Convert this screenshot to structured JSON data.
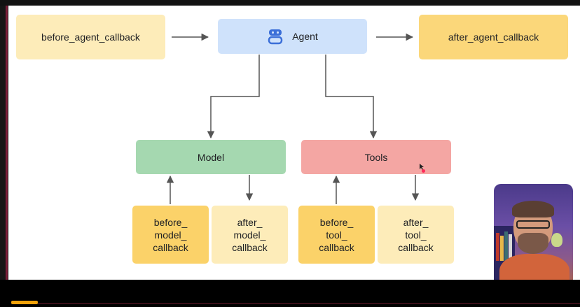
{
  "diagram": {
    "boxes": {
      "before_agent_callback": "before_agent_callback",
      "agent": "Agent",
      "after_agent_callback": "after_agent_callback",
      "model": "Model",
      "tools": "Tools",
      "before_model_callback": "before_\nmodel_\ncallback",
      "after_model_callback": "after_\nmodel_\ncallback",
      "before_tool_callback": "before_\ntool_\ncallback",
      "after_tool_callback": "after_\ntool_\ncallback"
    },
    "colors": {
      "light_yellow": "#fdecb9",
      "yellow": "#fbd77a",
      "blue": "#cfe2fb",
      "green": "#a5d8b0",
      "red": "#f4a6a3",
      "arrow": "#555555",
      "robot_icon": "#3b6fd8"
    },
    "icons": {
      "agent": "robot-icon"
    }
  },
  "presentation": {
    "progress_color": "#f0a20a"
  },
  "webcam": {
    "icon": "presenter-video"
  }
}
